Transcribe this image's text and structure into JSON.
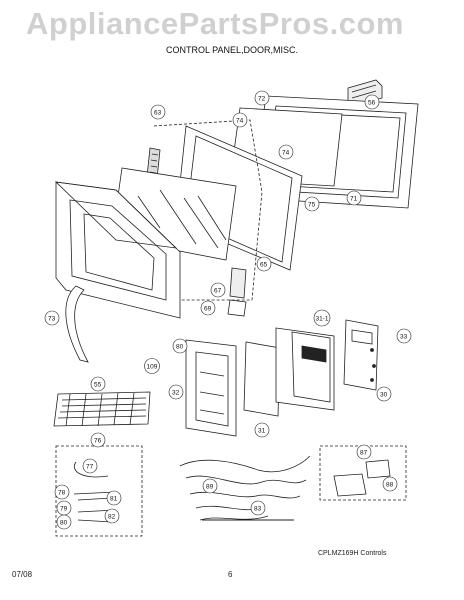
{
  "header": {
    "watermark": "AppliancePartsPros.com",
    "subtitle": "CONTROL PANEL,DOOR,MISC."
  },
  "callouts": [
    {
      "id": "c56",
      "label": "56"
    },
    {
      "id": "c72",
      "label": "72"
    },
    {
      "id": "c63",
      "label": "63"
    },
    {
      "id": "c74a",
      "label": "74"
    },
    {
      "id": "c74b",
      "label": "74"
    },
    {
      "id": "c75",
      "label": "75"
    },
    {
      "id": "c71",
      "label": "71"
    },
    {
      "id": "c65",
      "label": "65"
    },
    {
      "id": "c67",
      "label": "67"
    },
    {
      "id": "c69",
      "label": "69"
    },
    {
      "id": "c73",
      "label": "73"
    },
    {
      "id": "c31-1",
      "label": "31-1"
    },
    {
      "id": "c33",
      "label": "33"
    },
    {
      "id": "c80",
      "label": "80"
    },
    {
      "id": "c109",
      "label": "109"
    },
    {
      "id": "c32",
      "label": "32"
    },
    {
      "id": "c31",
      "label": "31"
    },
    {
      "id": "c30",
      "label": "30"
    },
    {
      "id": "c55",
      "label": "55"
    },
    {
      "id": "c76",
      "label": "76"
    },
    {
      "id": "c77",
      "label": "77"
    },
    {
      "id": "c78",
      "label": "78"
    },
    {
      "id": "c81",
      "label": "81"
    },
    {
      "id": "c79",
      "label": "79"
    },
    {
      "id": "c82",
      "label": "82"
    },
    {
      "id": "c80b",
      "label": "80"
    },
    {
      "id": "c89",
      "label": "89"
    },
    {
      "id": "c83",
      "label": "83"
    },
    {
      "id": "c87",
      "label": "87"
    },
    {
      "id": "c88",
      "label": "88"
    }
  ],
  "caption": "CPLMZ169H Controls",
  "footer": {
    "date": "07/08",
    "page": "6"
  }
}
